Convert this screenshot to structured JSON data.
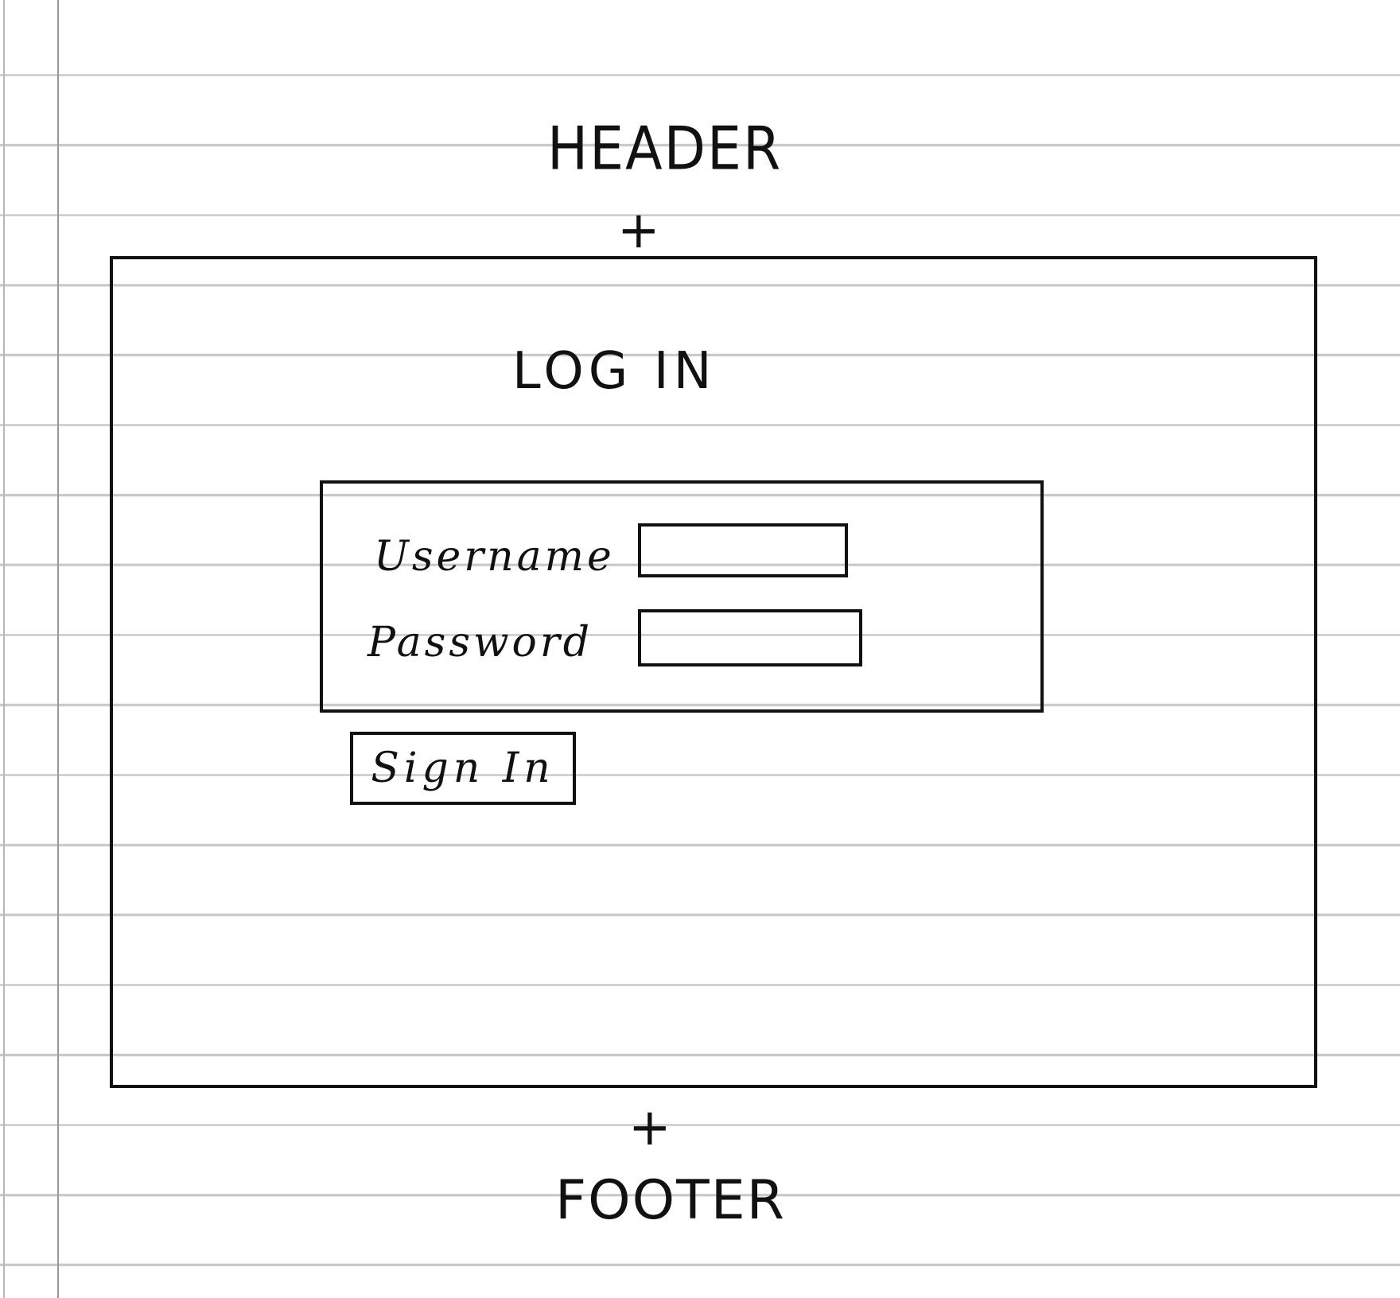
{
  "header": {
    "label": "HEADER",
    "connector": "+"
  },
  "login": {
    "title": "LOG IN",
    "username_label": "Username",
    "username_value": "",
    "password_label": "Password",
    "password_value": "",
    "sign_in_label": "Sign In"
  },
  "footer": {
    "label": "FOOTER",
    "connector": "+"
  },
  "colors": {
    "ink": "#111111",
    "paper": "#ffffff",
    "ruled_line": "#c9c9c9"
  }
}
